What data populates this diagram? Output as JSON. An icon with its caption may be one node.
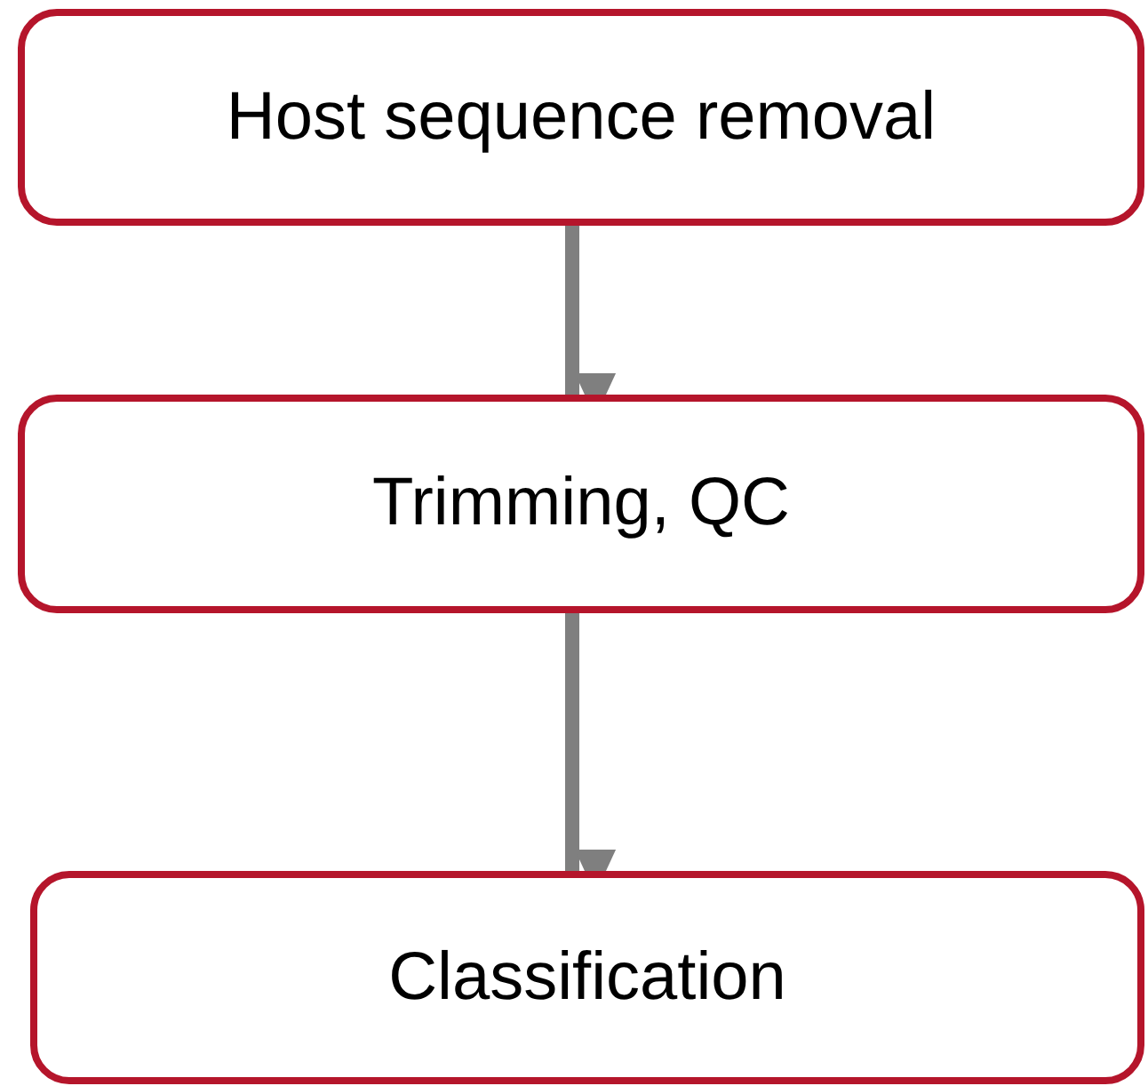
{
  "diagram": {
    "nodes": [
      {
        "text": [
          "Host sequence removal"
        ]
      },
      {
        "text": [
          "Trimming, QC"
        ]
      },
      {
        "text": [
          "Classification"
        ]
      }
    ],
    "edges": [
      {
        "from": 0,
        "to": 1,
        "arrow": "to"
      },
      {
        "from": 1,
        "to": 2,
        "arrow": "to"
      }
    ]
  }
}
